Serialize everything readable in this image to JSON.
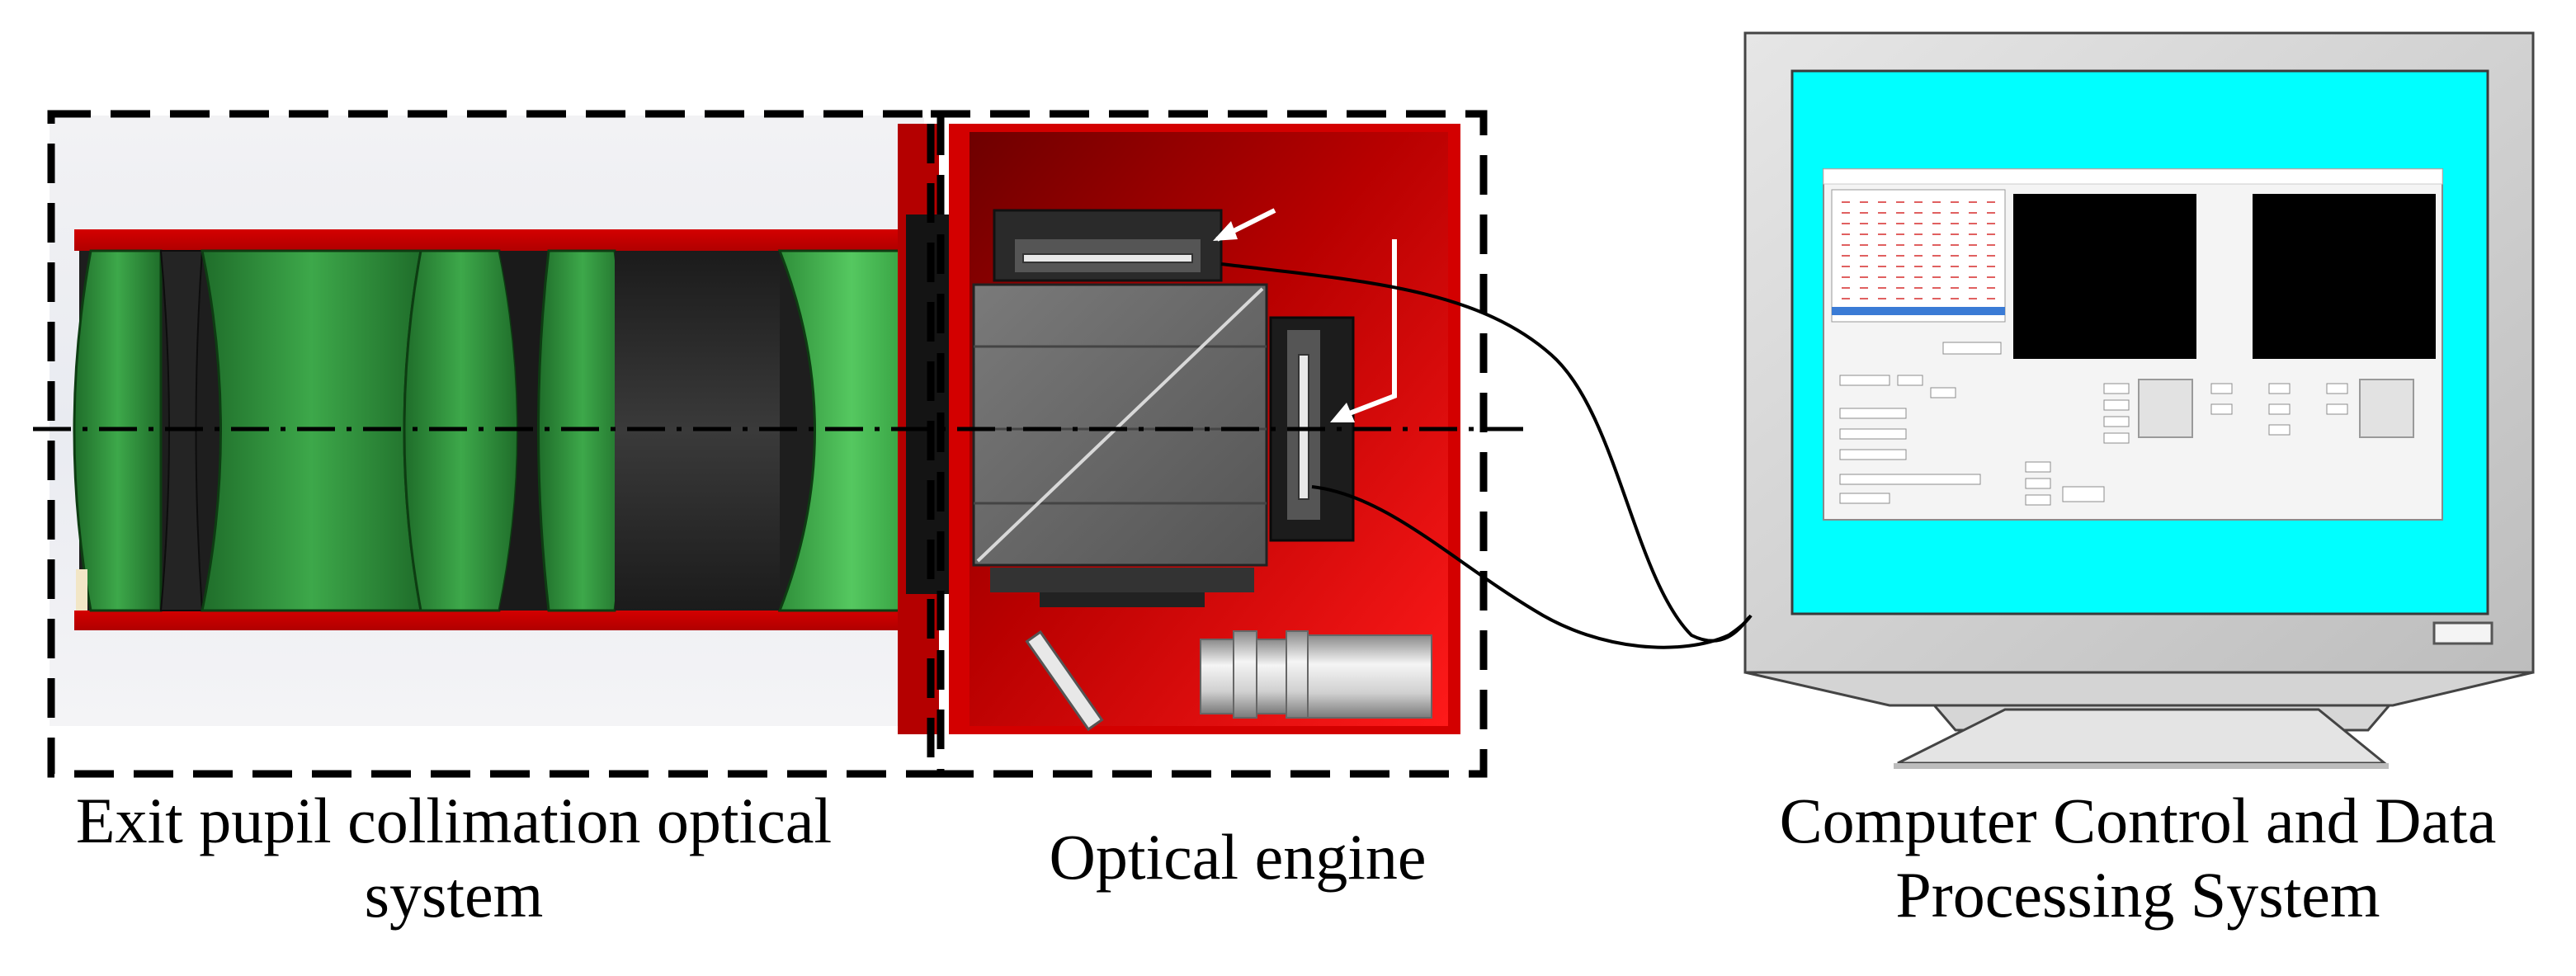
{
  "labels": {
    "exit_pupil_line1": "Exit pupil collimation optical",
    "exit_pupil_line2": "system",
    "optical_engine": "Optical engine",
    "computer_line1": "Computer Control and Data",
    "computer_line2": "Processing System"
  },
  "colors": {
    "lens_green": "#2e9a3a",
    "lens_green_dark": "#1e6e28",
    "housing_red": "#e01010",
    "housing_dark_red": "#7a0000",
    "screen_cyan": "#00ffff",
    "monitor_grey": "#cfcfcf",
    "prism_grey": "#666666"
  }
}
